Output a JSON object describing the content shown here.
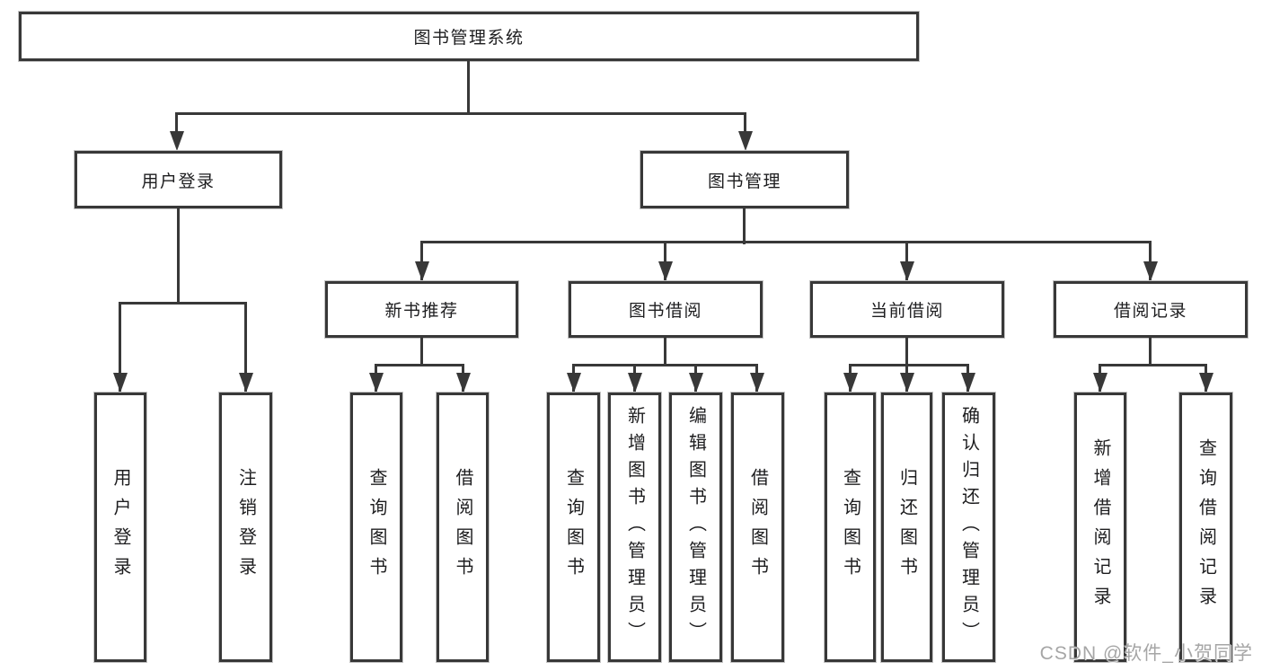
{
  "tree": {
    "root": {
      "label": "图书管理系统"
    },
    "level2": [
      {
        "label": "用户登录"
      },
      {
        "label": "图书管理"
      }
    ],
    "level3": [
      {
        "label": "新书推荐"
      },
      {
        "label": "图书借阅"
      },
      {
        "label": "当前借阅"
      },
      {
        "label": "借阅记录"
      }
    ],
    "leaves": {
      "user_login": [
        "用户登录",
        "注销登录"
      ],
      "new_book_recommend": [
        "查询图书",
        "借阅图书"
      ],
      "book_borrowing": [
        "查询图书",
        "新增图书（管理员）",
        "编辑图书（管理员）",
        "借阅图书"
      ],
      "current_borrowing": [
        "查询图书",
        "归还图书",
        "确认归还（管理员）"
      ],
      "borrowing_records": [
        "新增借阅记录",
        "查询借阅记录"
      ]
    }
  },
  "watermark": {
    "text": "CSDN @软件_小贺同学",
    "color": "#a6a6a6"
  },
  "colors": {
    "line": "#383838",
    "box_border": "#383838",
    "box_background": "#ffffff",
    "text": "#1d1d1f",
    "page_background": "#ffffff"
  }
}
